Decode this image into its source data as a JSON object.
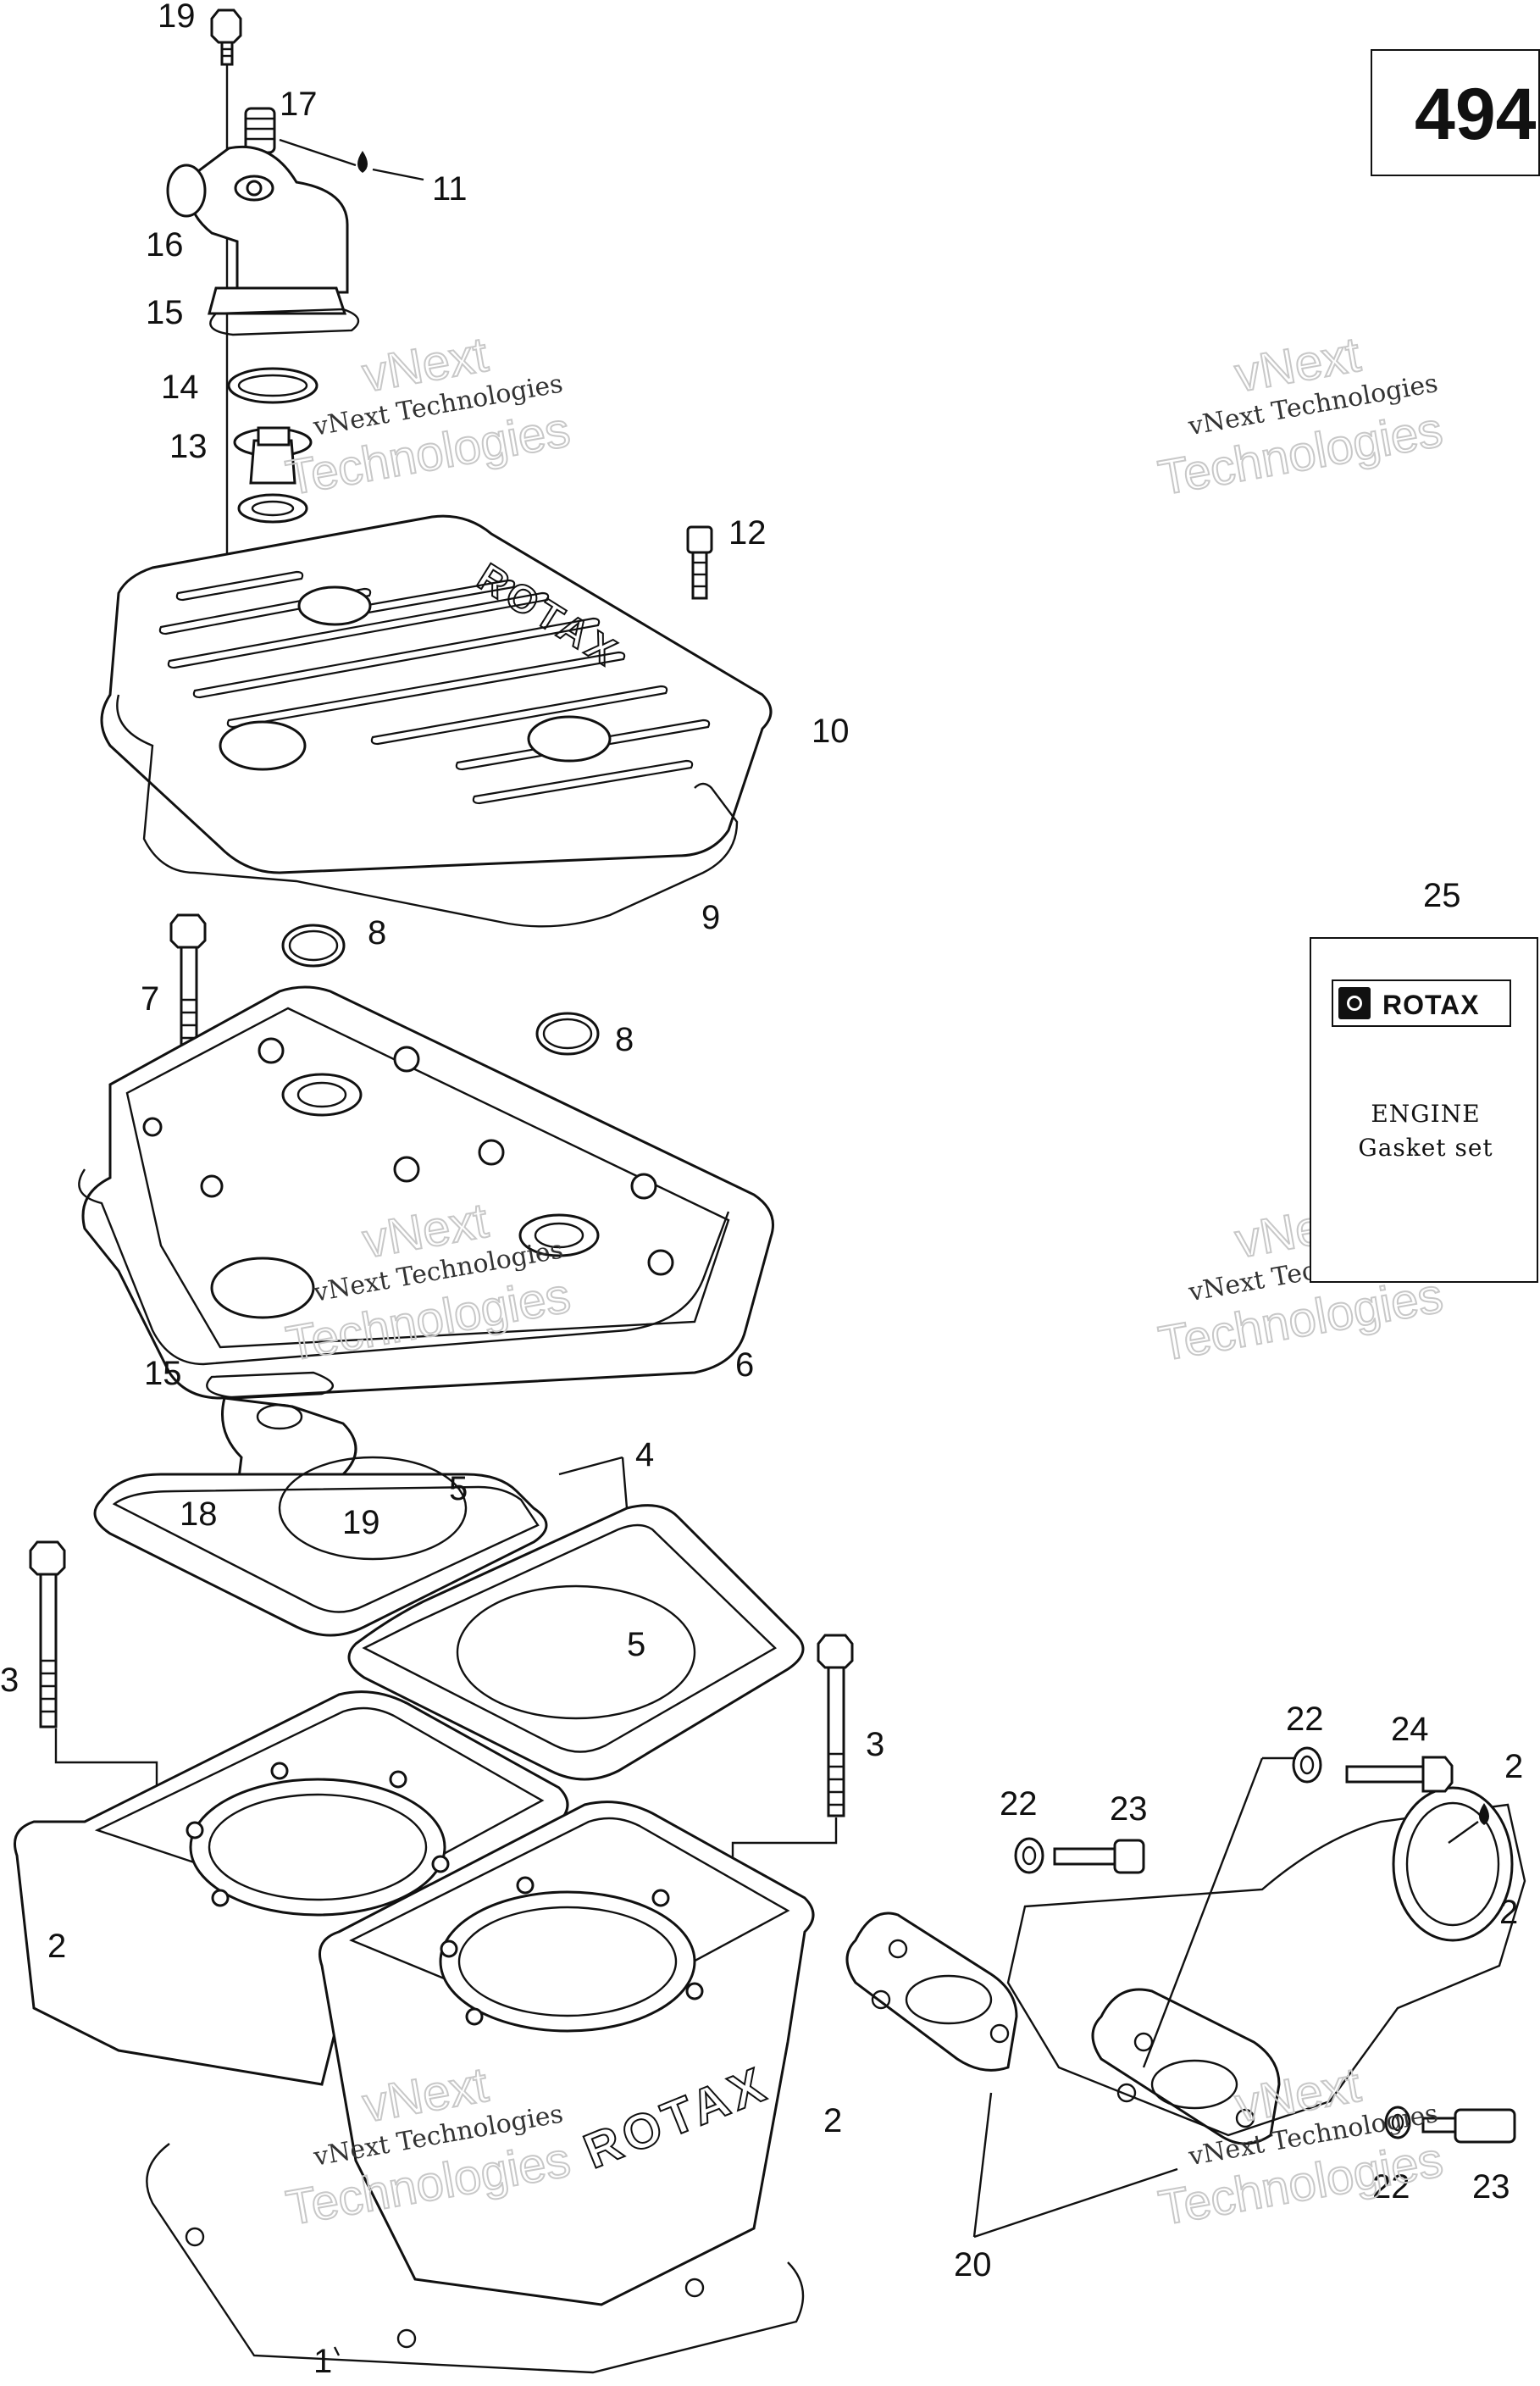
{
  "page": {
    "number": "494"
  },
  "gasket_kit": {
    "callout": "25",
    "brand": "ROTAX",
    "line1": "ENGINE",
    "line2": "Gasket set"
  },
  "watermark": {
    "line1": "vNext Technologies",
    "line2": "vNext",
    "line3": "Technologies"
  },
  "brand_cast": "ROTAX",
  "callouts": {
    "c1": "1",
    "c2a": "2",
    "c2b": "2",
    "c3a": "3",
    "c3b": "3",
    "c4": "4",
    "c5a": "5",
    "c5b": "5",
    "c6": "6",
    "c7": "7",
    "c8a": "8",
    "c8b": "8",
    "c9": "9",
    "c10": "10",
    "c11": "11",
    "c12": "12",
    "c13": "13",
    "c14": "14",
    "c15a": "15",
    "c15b": "15",
    "c16": "16",
    "c17": "17",
    "c18": "18",
    "c19a": "19",
    "c19b": "19",
    "c20": "20",
    "c21a": "2",
    "c21b": "2",
    "c22a": "22",
    "c22b": "22",
    "c22c": "22",
    "c23a": "23",
    "c23b": "23",
    "c24": "24"
  },
  "colors": {
    "ink": "#111111",
    "watermark": "#c8c8c8"
  }
}
